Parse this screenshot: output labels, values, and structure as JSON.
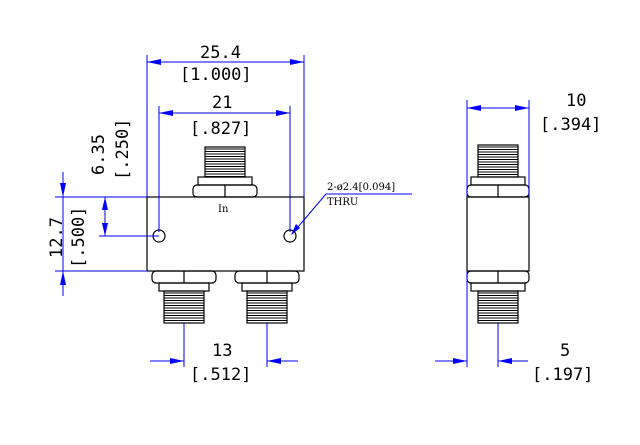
{
  "front_view": {
    "width_mm": "25.4",
    "width_in": "[1.000]",
    "hole_spacing_mm": "21",
    "hole_spacing_in": "[.827]",
    "hole_height_mm": "6.35",
    "hole_height_in": "[.250]",
    "body_height_mm": "12.7",
    "body_height_in": "[.500]",
    "port_spacing_mm": "13",
    "port_spacing_in": "[.512]",
    "input_label": "In",
    "hole_note_line1": "2-ø2.4[0.094]",
    "hole_note_line2": "THRU"
  },
  "side_view": {
    "thickness_mm": "10",
    "thickness_in": "[.394]",
    "offset_mm": "5",
    "offset_in": "[.197]"
  },
  "colors": {
    "dimension_lines": "#0000ff",
    "outline": "#000000"
  }
}
